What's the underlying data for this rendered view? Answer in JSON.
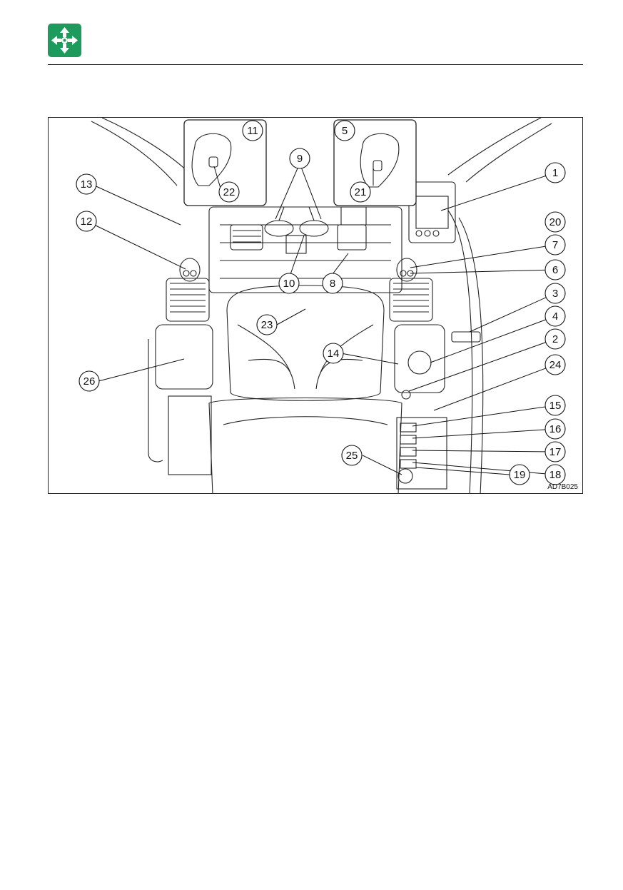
{
  "header": {
    "icon": "four-way-arrows-icon",
    "accent": "#1e9a5c"
  },
  "figure": {
    "image_code": "AD7B025",
    "callouts": [
      {
        "num": "1"
      },
      {
        "num": "2"
      },
      {
        "num": "3"
      },
      {
        "num": "4"
      },
      {
        "num": "5"
      },
      {
        "num": "6"
      },
      {
        "num": "7"
      },
      {
        "num": "8"
      },
      {
        "num": "9"
      },
      {
        "num": "10"
      },
      {
        "num": "11"
      },
      {
        "num": "12"
      },
      {
        "num": "13"
      },
      {
        "num": "14"
      },
      {
        "num": "15"
      },
      {
        "num": "16"
      },
      {
        "num": "17"
      },
      {
        "num": "18"
      },
      {
        "num": "19"
      },
      {
        "num": "20"
      },
      {
        "num": "21"
      },
      {
        "num": "22"
      },
      {
        "num": "23"
      },
      {
        "num": "24"
      },
      {
        "num": "25"
      },
      {
        "num": "26"
      }
    ]
  }
}
